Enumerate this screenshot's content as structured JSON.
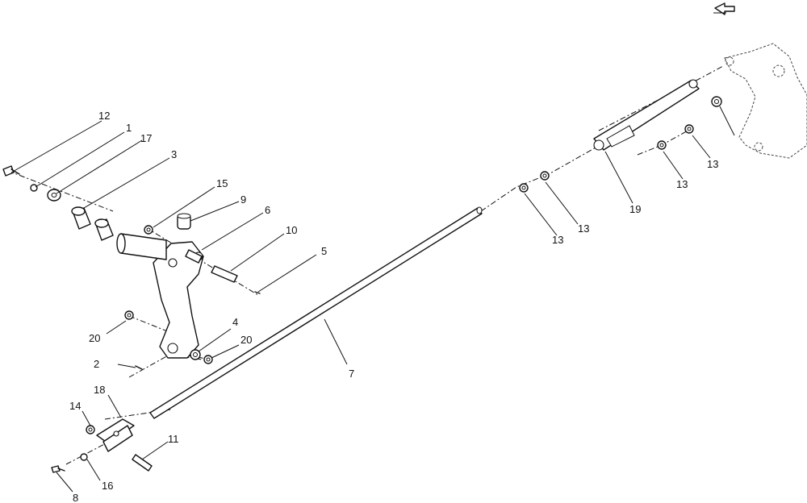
{
  "callouts": {
    "c12": "12",
    "c1_top": "1",
    "c17": "17",
    "c3": "3",
    "c15": "15",
    "c9": "9",
    "c6": "6",
    "c10": "10",
    "c5": "5",
    "c20_left": "20",
    "c4": "4",
    "c20_right": "20",
    "c2": "2",
    "c7": "7",
    "c18": "18",
    "c14": "14",
    "c11": "11",
    "c16": "16",
    "c8": "8",
    "c13_a": "13",
    "c13_b": "13",
    "c13_c": "13",
    "c13_d": "13",
    "c19": "19"
  },
  "icons": {
    "corner": "return-arrow-icon"
  }
}
